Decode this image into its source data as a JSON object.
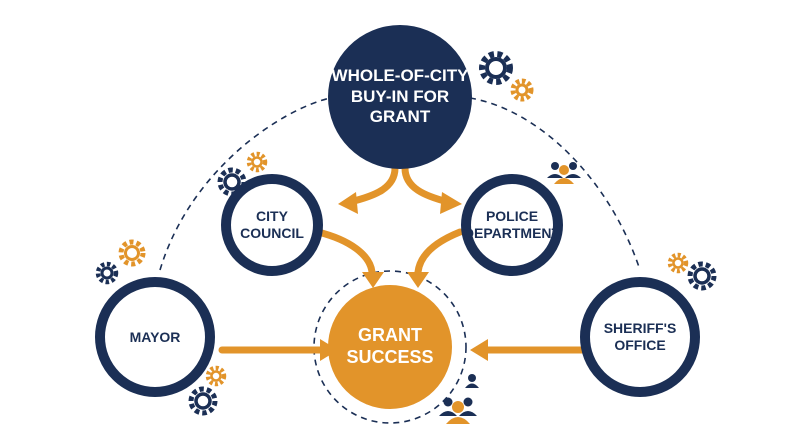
{
  "colors": {
    "navy": "#1b2f55",
    "gold": "#e2942a",
    "white": "#ffffff",
    "dash": "#1b2f55"
  },
  "nodes": {
    "top": {
      "label": "WHOLE-OF-CITY\nBUY-IN FOR\nGRANT"
    },
    "city_council": {
      "label": "CITY\nCOUNCIL"
    },
    "police": {
      "label": "POLICE\nDEPARTMENT"
    },
    "mayor": {
      "label": "MAYOR"
    },
    "sheriff": {
      "label": "SHERIFF'S\nOFFICE"
    },
    "center": {
      "label": "GRANT\nSUCCESS"
    }
  },
  "icons": [
    "gear-icon",
    "people-icon"
  ]
}
